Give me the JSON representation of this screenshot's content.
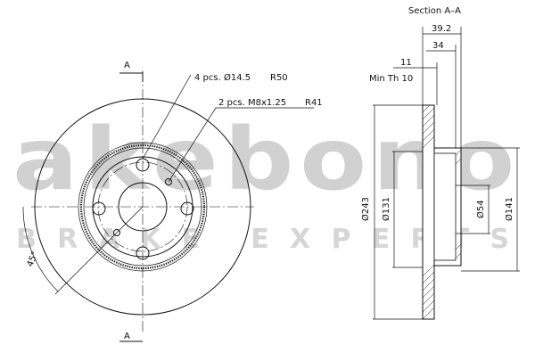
{
  "watermark": {
    "brand": "akebono",
    "tagline": "BRAKE EXPERTS"
  },
  "section_marks": {
    "top": "A",
    "bottom": "A"
  },
  "callouts": {
    "holes": "4 pcs. Ø14.5",
    "holes_radius": "R50",
    "threads": "2 pcs. M8x1.25",
    "threads_radius": "R41",
    "angle": "45°"
  },
  "section_view": {
    "title": "Section A–A",
    "overall_height": "39.2",
    "hat_height": "34",
    "thickness": "11",
    "min_thickness": "Min Th 10",
    "outer_diameter": "Ø243",
    "inner_diameter": "Ø131",
    "center_bore": "Ø54",
    "hat_diameter": "Ø141"
  }
}
